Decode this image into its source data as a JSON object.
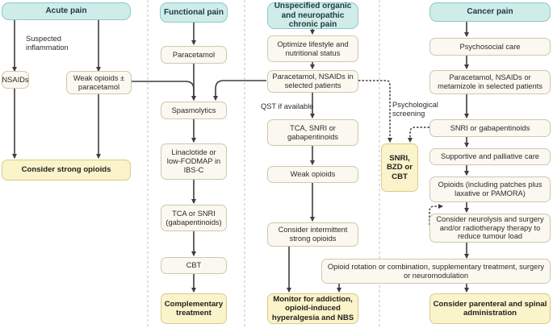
{
  "columns": {
    "acute": {
      "header": "Acute pain",
      "nsaids": "NSAIDs",
      "weak_opioids": "Weak opioids ± paracetamol",
      "outcome": "Consider strong opioids",
      "inflammation_label": "Suspected inflammation"
    },
    "functional": {
      "header": "Functional pain",
      "paracetamol": "Paracetamol",
      "spasmolytics": "Spasmolytics",
      "linaclotide": "Linaclotide or low-FODMAP in IBS-C",
      "tca_snri": "TCA or SNRI (gabapentinoids)",
      "cbt": "CBT",
      "outcome": "Complementary treatment"
    },
    "chronic": {
      "header": "Unspecified organic and neuropathic chronic pain",
      "lifestyle": "Optimize lifestyle and nutritional status",
      "paracetamol_nsaids": "Paracetamol, NSAIDs in selected patients",
      "qst_label": "QST if available",
      "tca_snri_gaba": "TCA, SNRI or gabapentinoids",
      "weak_opioids": "Weak opioids",
      "intermittent": "Consider intermittent strong opioids",
      "outcome": "Monitor for addiction, opioid-induced hyperalgesia and NBS",
      "screening_label": "Psychological screening",
      "snri_bzd_cbt": "SNRI, BZD or CBT"
    },
    "cancer": {
      "header": "Cancer pain",
      "psychosocial": "Psychosocial care",
      "paracetamol_meta": "Paracetamol, NSAIDs or metamizole in selected patients",
      "snri_gaba": "SNRI or gabapentinoids",
      "supportive": "Supportive and palliative care",
      "opioids_patches": "Opioids (including patches plus laxative or PAMORA)",
      "neurolysis": "Consider neurolysis and surgery and/or radiotherapy therapy to reduce tumour load",
      "outcome": "Consider parenteral and spinal administration"
    },
    "shared": {
      "opioid_rotation": "Opioid rotation or combination, supplementary treatment, surgery or neuromodulation"
    }
  },
  "colors": {
    "header_fill": "#cfeceb",
    "outcome_fill": "#fbf3c9",
    "node_fill": "#fbf8ef",
    "arrow": "#3d3d3d"
  }
}
